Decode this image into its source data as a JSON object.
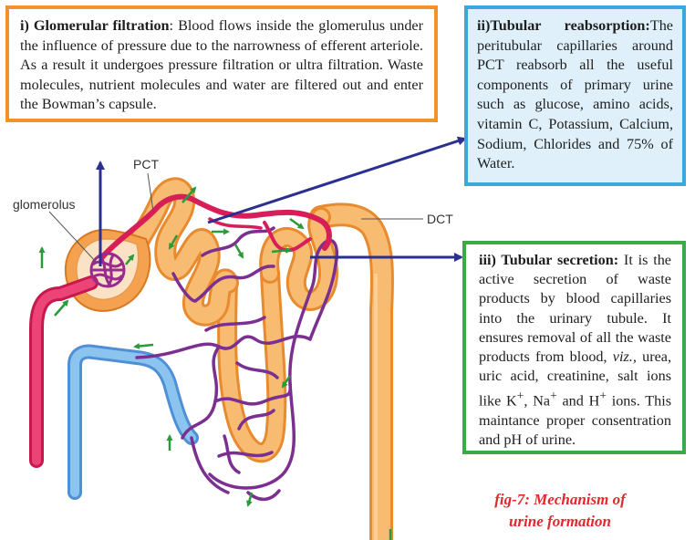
{
  "boxes": {
    "filtration": {
      "title": "i) Glomerular filtration",
      "text": ": Blood flows inside the glomerulus under the influence of pressure due to the narrowness of efferent arteriole. As a result it undergoes pressure filtration or ultra filtration. Waste molecules, nutrient molecules and water are filtered out and enter the Bowman’s capsule."
    },
    "reabsorption": {
      "title": "ii)Tubular reabsorption:",
      "text": "The peritubular capillaries around PCT reabsorb all the useful components of primary urine such as glucose, amino acids, vitamin C, Potassium, Calcium, Sodium, Chlorides and 75% of Water."
    },
    "secretion": {
      "title": "iii) Tubular secretion:",
      "text_1": " It is the active secretion of waste products by blood capillaries into the urinary tubule. It ensures removal of all the waste products from blood, ",
      "viz": "viz.,",
      "text_2": " urea, uric acid, creatinine, salt ions like K",
      "sup_1": "+",
      "text_3": ", Na",
      "sup_2": "+",
      "text_4": " and H",
      "sup_3": "+",
      "text_5": " ions. This maintance proper consentration and pH of urine."
    }
  },
  "labels": {
    "pct": "PCT",
    "glomerolus": "glomerolus",
    "dct": "DCT"
  },
  "caption": {
    "line1": "fig-7: Mechanism of",
    "line2": "urine formation"
  },
  "colors": {
    "tubule": "#f6a24a",
    "artery": "#e8336a",
    "vein": "#5aa6e0",
    "capillary": "#8a3a9c",
    "flow_arrow": "#2a9a3a",
    "pointer_arrow": "#2b2f8f",
    "filtration_border": "#f0932b",
    "reabsorption_border": "#3aa8dc",
    "secretion_border": "#3bab49",
    "caption": "#e2282c"
  }
}
